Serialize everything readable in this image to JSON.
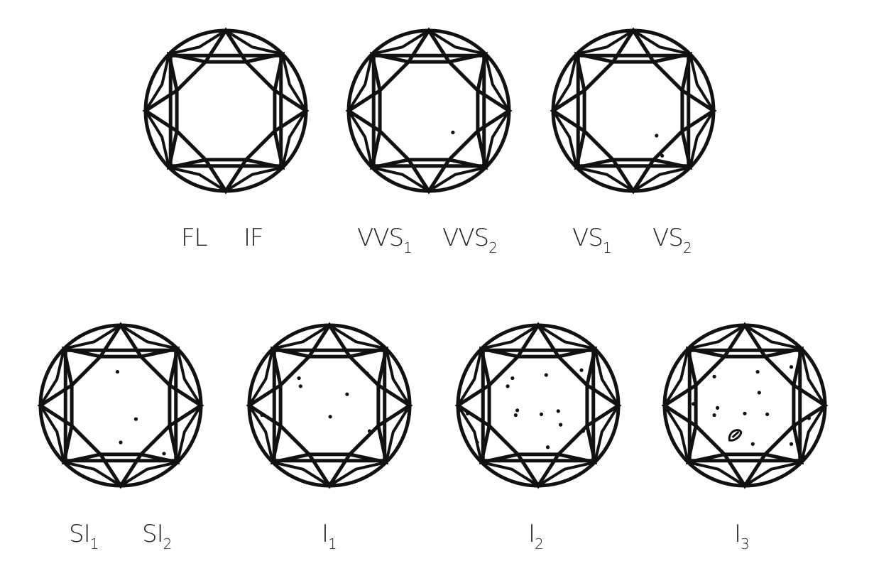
{
  "diamonds": [
    {
      "id": "fl-if",
      "labels": [
        {
          "base": "FL",
          "sub": ""
        },
        {
          "base": "IF",
          "sub": ""
        }
      ],
      "inclusions": []
    },
    {
      "id": "vvs",
      "labels": [
        {
          "base": "VVS",
          "sub": "1"
        },
        {
          "base": "VVS",
          "sub": "2"
        }
      ],
      "inclusions": [
        [
          0.3,
          0.27
        ]
      ]
    },
    {
      "id": "vs",
      "labels": [
        {
          "base": "VS",
          "sub": "1"
        },
        {
          "base": "VS",
          "sub": "2"
        }
      ],
      "inclusions": [
        [
          0.29,
          0.31
        ],
        [
          0.36,
          0.56
        ]
      ]
    },
    {
      "id": "si",
      "labels": [
        {
          "base": "SI",
          "sub": "1"
        },
        {
          "base": "SI",
          "sub": "2"
        }
      ],
      "inclusions": [
        [
          -0.04,
          -0.42
        ],
        [
          0.19,
          0.17
        ],
        [
          0.0,
          0.46
        ],
        [
          0.54,
          0.6
        ]
      ]
    },
    {
      "id": "i1",
      "labels": [
        {
          "base": "I",
          "sub": "1"
        }
      ],
      "inclusions": [
        [
          -0.38,
          -0.34
        ],
        [
          -0.36,
          -0.24
        ],
        [
          0.47,
          -0.4
        ],
        [
          0.22,
          -0.14
        ],
        [
          -0.84,
          0.12
        ],
        [
          0.01,
          0.14
        ],
        [
          0.5,
          0.32
        ]
      ]
    },
    {
      "id": "i2",
      "labels": [
        {
          "base": "I",
          "sub": "2"
        }
      ],
      "inclusions": [
        [
          -0.32,
          -0.34
        ],
        [
          -0.38,
          -0.24
        ],
        [
          0.1,
          -0.38
        ],
        [
          0.54,
          -0.44
        ],
        [
          -0.26,
          0.06
        ],
        [
          -0.28,
          0.12
        ],
        [
          0.04,
          0.11
        ],
        [
          0.25,
          0.07
        ],
        [
          -0.88,
          0.1
        ],
        [
          0.28,
          0.24
        ],
        [
          -0.76,
          0.46
        ],
        [
          0.56,
          0.32
        ],
        [
          0.12,
          0.52
        ],
        [
          0.64,
          0.7
        ]
      ]
    },
    {
      "id": "i3",
      "labels": [
        {
          "base": "I",
          "sub": "3"
        }
      ],
      "inclusions": [
        [
          -0.38,
          -0.36
        ],
        [
          0.16,
          -0.42
        ],
        [
          0.58,
          -0.48
        ],
        [
          0.18,
          -0.16
        ],
        [
          -0.64,
          -0.02
        ],
        [
          -0.34,
          0.03
        ],
        [
          0.0,
          0.1
        ],
        [
          0.28,
          0.11
        ],
        [
          -0.38,
          0.12
        ],
        [
          0.8,
          0.16
        ],
        [
          0.62,
          0.26
        ],
        [
          0.58,
          0.48
        ],
        [
          0.76,
          0.64
        ],
        [
          0.1,
          0.48
        ]
      ],
      "feather": [
        -0.12,
        0.38
      ]
    }
  ]
}
